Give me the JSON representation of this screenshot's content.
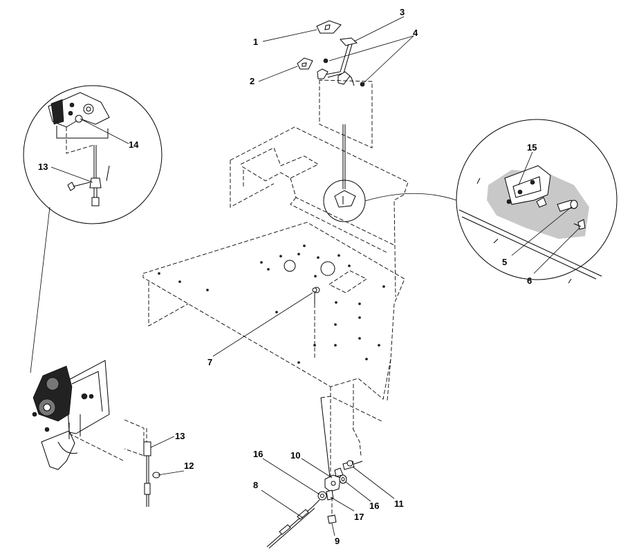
{
  "callouts": [
    {
      "id": "c1",
      "label": "1"
    },
    {
      "id": "c2",
      "label": "2"
    },
    {
      "id": "c3",
      "label": "3"
    },
    {
      "id": "c4",
      "label": "4"
    },
    {
      "id": "c5",
      "label": "5"
    },
    {
      "id": "c6",
      "label": "6"
    },
    {
      "id": "c7",
      "label": "7"
    },
    {
      "id": "c8",
      "label": "8"
    },
    {
      "id": "c9",
      "label": "9"
    },
    {
      "id": "c10",
      "label": "10"
    },
    {
      "id": "c11",
      "label": "11"
    },
    {
      "id": "c12",
      "label": "12"
    },
    {
      "id": "c13a",
      "label": "13"
    },
    {
      "id": "c13b",
      "label": "13"
    },
    {
      "id": "c14",
      "label": "14"
    },
    {
      "id": "c15",
      "label": "15"
    },
    {
      "id": "c16a",
      "label": "16"
    },
    {
      "id": "c16b",
      "label": "16"
    },
    {
      "id": "c17",
      "label": "17"
    }
  ]
}
